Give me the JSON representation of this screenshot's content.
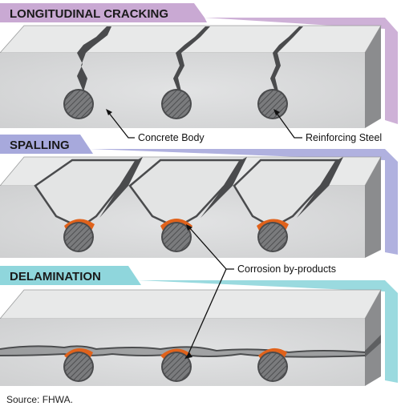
{
  "panels": [
    {
      "title": "LONGITUDINAL CRACKING",
      "color": "#c9a9d3"
    },
    {
      "title": "SPALLING",
      "color": "#a7a9dc"
    },
    {
      "title": "DELAMINATION",
      "color": "#8fd6dc"
    }
  ],
  "labels": {
    "concrete_body": "Concrete Body",
    "reinforcing_steel": "Reinforcing Steel",
    "corrosion": "Corrosion by-products"
  },
  "source": "Source: FHWA.",
  "colors": {
    "concrete_front": "#d9dadb",
    "concrete_top": "#e7e8e8",
    "concrete_side": "#8b8c8e",
    "rebar": "#6f7072",
    "rust": "#e0621b",
    "crack": "#4a4b4d"
  }
}
